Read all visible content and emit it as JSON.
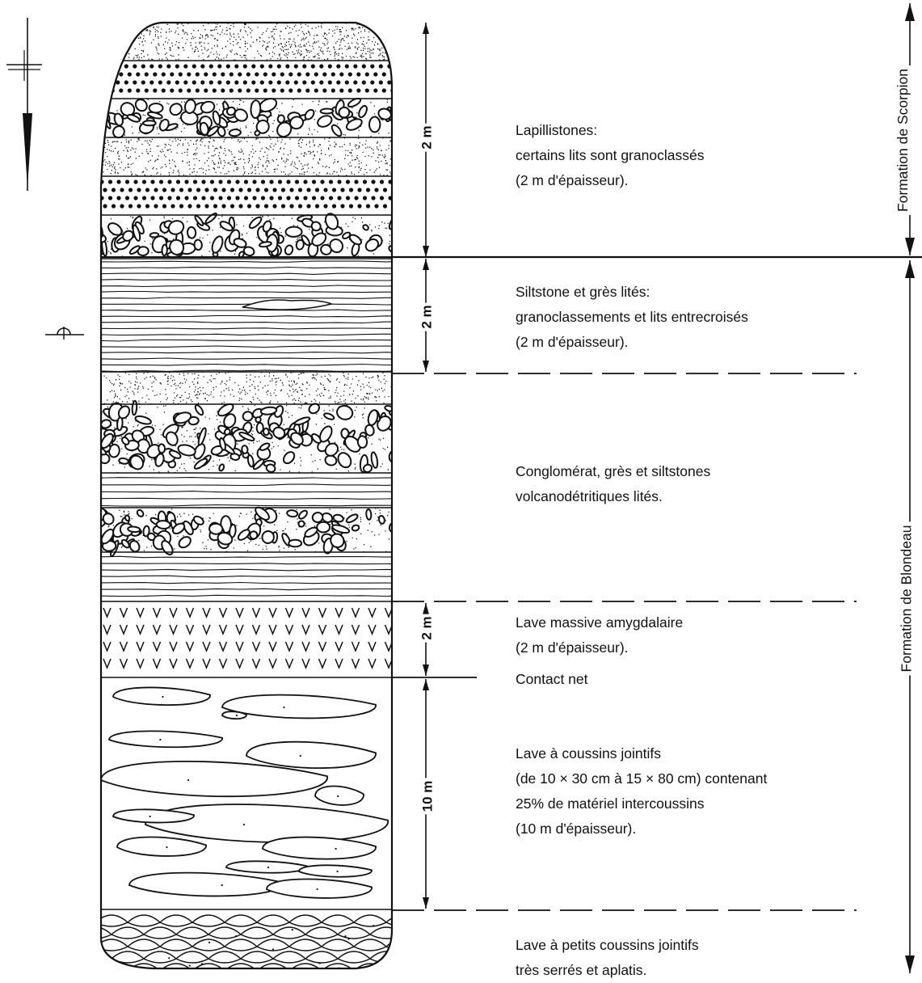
{
  "descriptions": {
    "lapillistones": [
      "Lapillistones:",
      "certains lits sont granoclassés",
      "(2 m d'épaisseur)."
    ],
    "siltstone": [
      "Siltstone et grès lités:",
      "granoclassements et lits entrecroisés",
      "(2 m d'épaisseur)."
    ],
    "conglomerat": [
      "Conglomérat, grès et siltstones",
      "volcanodétritiques lités."
    ],
    "lave_massive": [
      "Lave massive amygdalaire",
      "(2 m d'épaisseur)."
    ],
    "contact": "Contact net",
    "lave_coussins": [
      "Lave à coussins jointifs",
      "(de 10 × 30 cm à 15 × 80 cm) contenant",
      "25% de matériel intercoussins",
      "(10 m d'épaisseur)."
    ],
    "petits_coussins": [
      "Lave à petits coussins jointifs",
      "très serrés et aplatis."
    ]
  },
  "thickness": {
    "lapillistones": "2 m",
    "siltstone": "2 m",
    "lave_massive": "2 m",
    "lave_coussins": "10 m"
  },
  "formations": {
    "scorpion": "Formation de Scorpion",
    "blondeau": "Formation de Blondeau"
  }
}
